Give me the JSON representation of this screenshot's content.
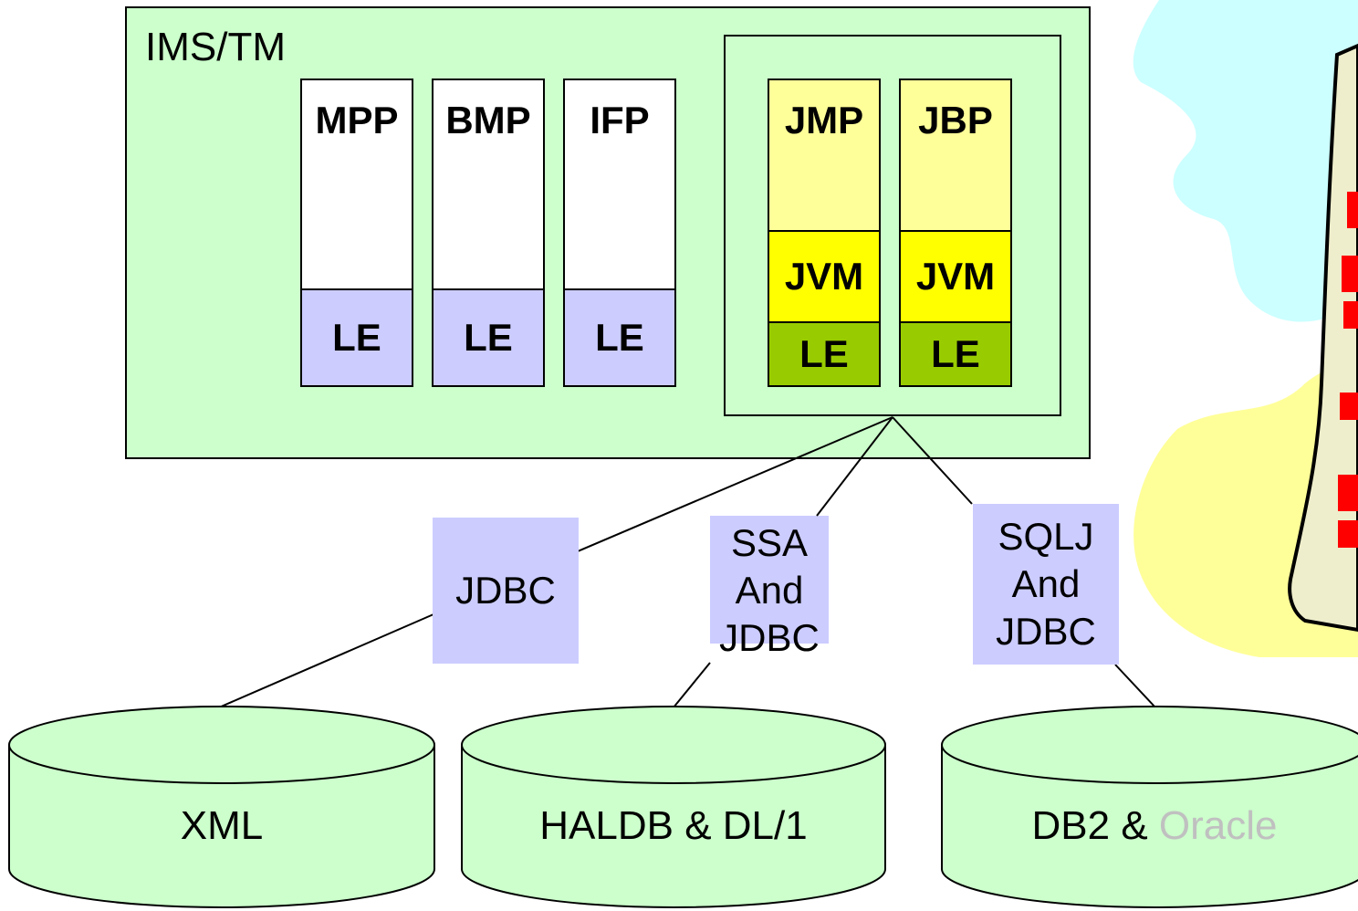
{
  "ims_region": {
    "title": "IMS/TM"
  },
  "regions": [
    {
      "title": "MPP",
      "runtime": "LE"
    },
    {
      "title": "BMP",
      "runtime": "LE"
    },
    {
      "title": "IFP",
      "runtime": "LE"
    }
  ],
  "java_regions": [
    {
      "title": "JMP",
      "vm": "JVM",
      "runtime": "LE"
    },
    {
      "title": "JBP",
      "vm": "JVM",
      "runtime": "LE"
    }
  ],
  "connectors": {
    "jdbc": "JDBC",
    "ssa": "SSA\nAnd\nJDBC",
    "sqlj": "SQLJ\nAnd\nJDBC"
  },
  "databases": {
    "xml": "XML",
    "haldb": "HALDB & DL/1",
    "db2": "DB2 & ",
    "oracle": "Oracle"
  },
  "colors": {
    "region_bg": "#ccffcc",
    "le_lavender": "#ccccff",
    "java_top": "#ffff99",
    "jvm": "#ffff00",
    "le_green": "#99cc00",
    "clipart_sky": "#ccffff",
    "clipart_sun": "#ffff99",
    "oracle_text": "#c0c0c0"
  }
}
